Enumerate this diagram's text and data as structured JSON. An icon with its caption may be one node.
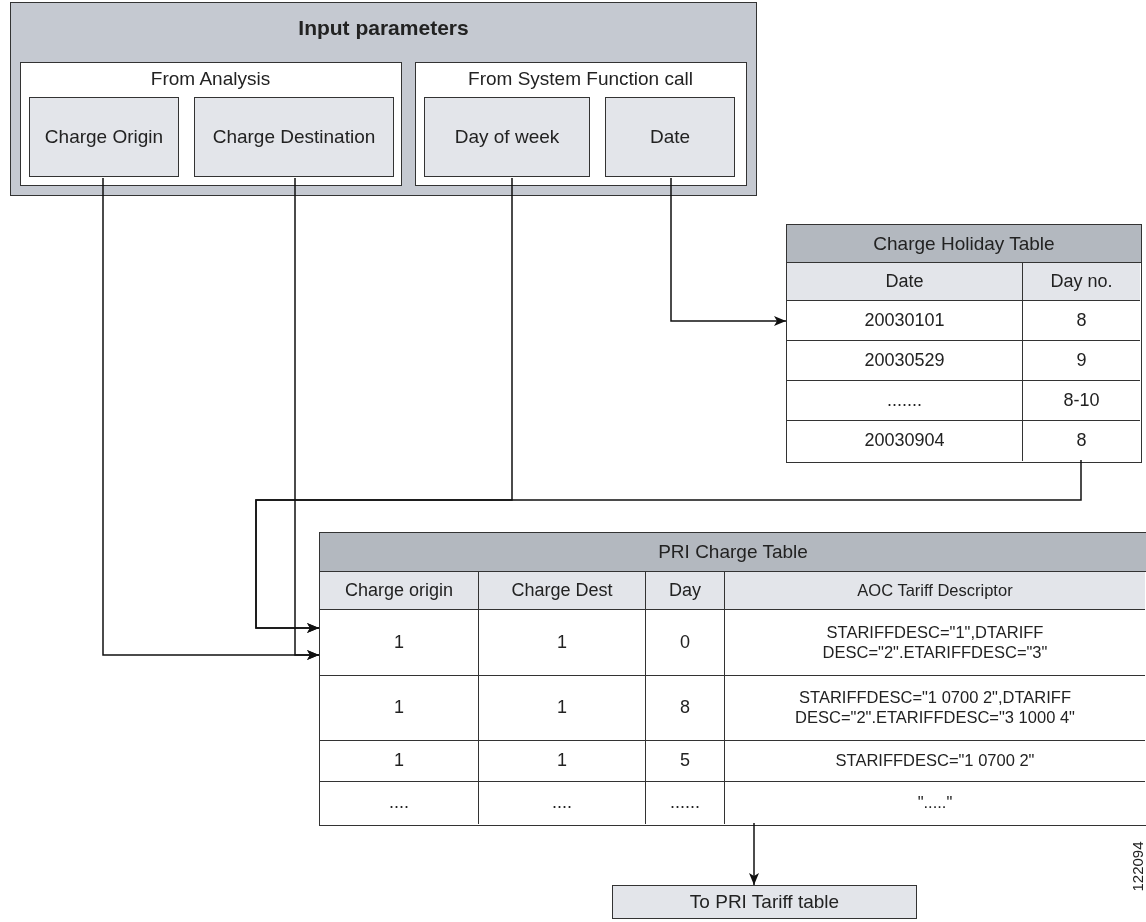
{
  "diagram": {
    "nodes": [
      {
        "text": [
          "Input parameters"
        ]
      },
      {
        "text": [
          "From Analysis"
        ],
        "in": 0
      },
      {
        "text": [
          "Charge Origin"
        ],
        "in": 1
      },
      {
        "text": [
          "Charge Destination"
        ],
        "in": 1
      },
      {
        "text": [
          "From System Function call"
        ],
        "in": 0
      },
      {
        "text": [
          "Day of week"
        ],
        "in": 4
      },
      {
        "text": [
          "Date"
        ],
        "in": 4
      },
      {
        "text": [
          "Charge Holiday Table"
        ]
      },
      {
        "text": [
          "PRI Charge Table"
        ]
      },
      {
        "text": [
          "To PRI Tariff table"
        ]
      }
    ],
    "edges": [
      {
        "from": 6,
        "to": 7,
        "arrow": "to"
      },
      {
        "from": 5,
        "to": 8,
        "arrow": "to"
      },
      {
        "from": 7,
        "to": 8,
        "arrow": "to"
      },
      {
        "from": 2,
        "to": 8,
        "arrow": "to"
      },
      {
        "from": 3,
        "to": 8,
        "arrow": "to"
      },
      {
        "from": 8,
        "to": 9,
        "arrow": "to"
      }
    ],
    "labels": [
      "Date",
      "Day no.",
      "20030101",
      "8",
      "20030529",
      "9",
      ".......",
      "8-10",
      "20030904",
      "8",
      "Charge origin",
      "Charge Dest",
      "Day",
      "AOC Tariff Descriptor",
      "1",
      "1",
      "0",
      "STARIFFDESC=\"1\",DTARIFF DESC=\"2\".ETARIFFDESC=\"3\"",
      "1",
      "1",
      "8",
      "STARIFFDESC=\"1 0700 2\",DTARIFF DESC=\"2\".ETARIFFDESC=\"3 1000 4\"",
      "1",
      "1",
      "5",
      "STARIFFDESC=\"1 0700 2\"",
      "....",
      "....",
      "......",
      "\".....\"",
      "122094"
    ]
  }
}
